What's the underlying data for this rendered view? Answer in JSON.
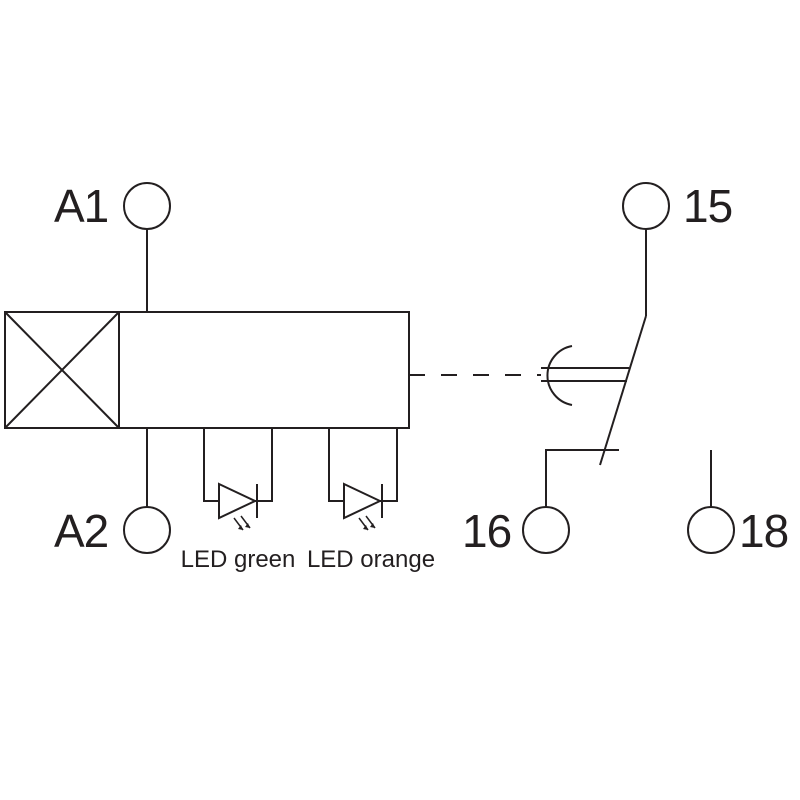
{
  "terminals": {
    "a1": "A1",
    "a2": "A2",
    "t15": "15",
    "t16": "16",
    "t18": "18"
  },
  "leds": {
    "green": "LED green",
    "orange": "LED orange"
  },
  "colors": {
    "stroke": "#231f20",
    "background": "#ffffff"
  }
}
